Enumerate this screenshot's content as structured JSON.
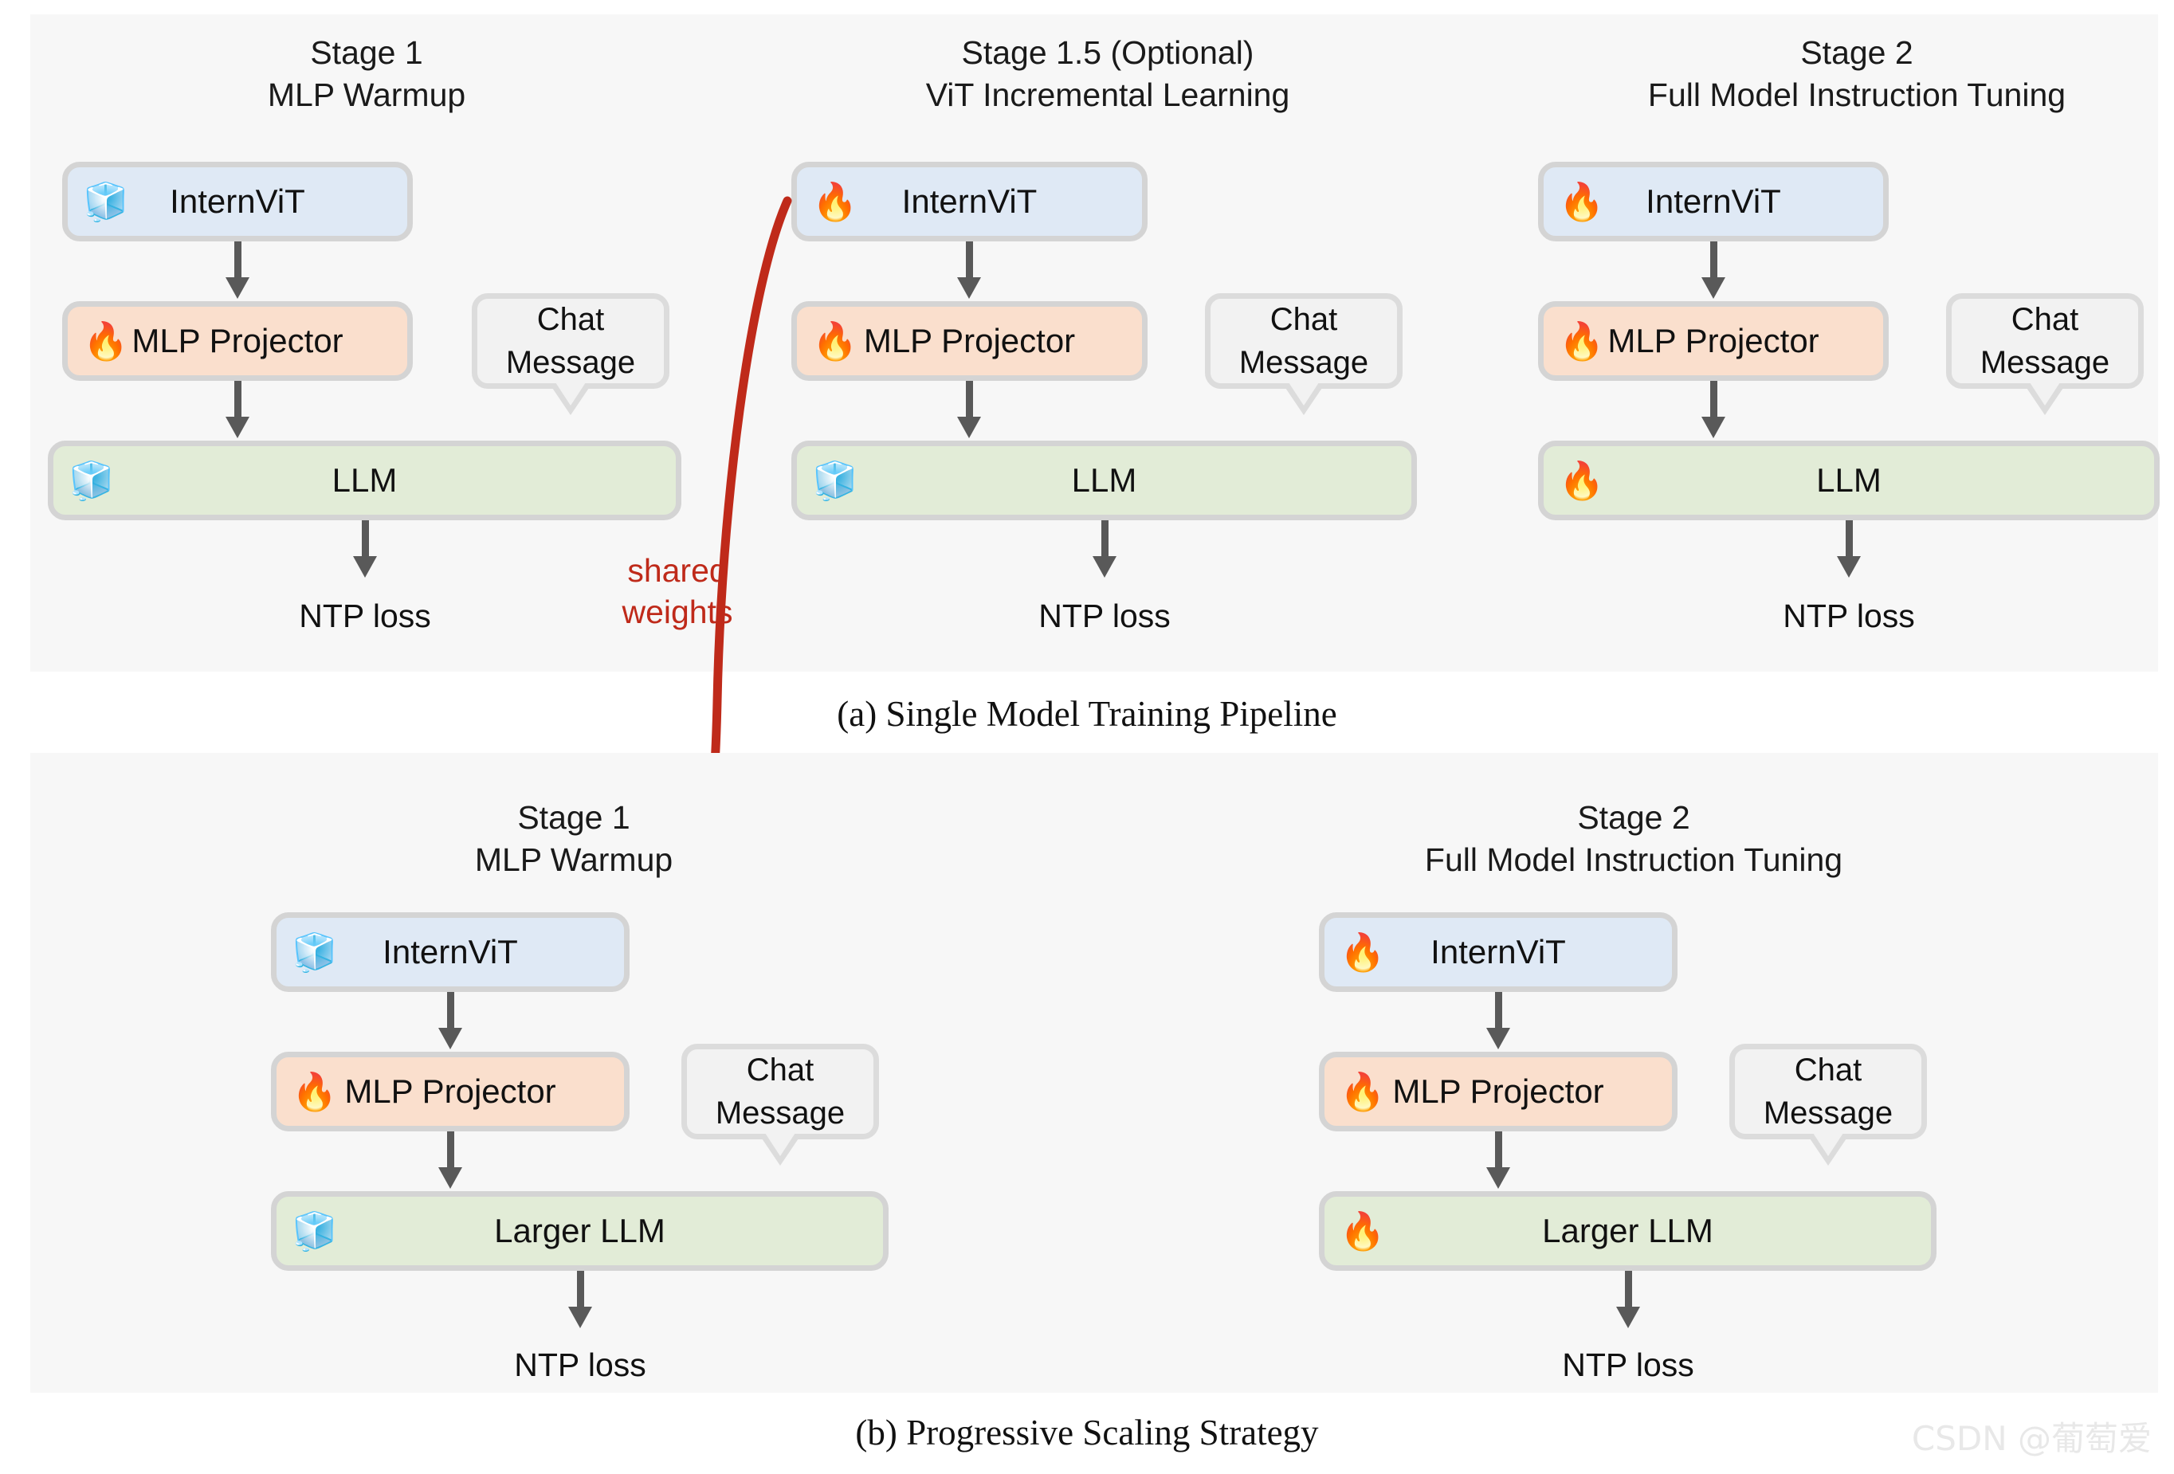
{
  "figure": {
    "captions": {
      "a": "(a) Single Model Training Pipeline",
      "b": "(b) Progressive Scaling Strategy"
    },
    "watermark": "CSDN @葡萄爱",
    "shared_weights_label": {
      "line1": "shared",
      "line2": "weights"
    },
    "colors": {
      "panel_bg": "#f7f7f7",
      "vit_box": "#dfe9f5",
      "mlp_box": "#fadfcd",
      "llm_box": "#e2ecd7",
      "bubble_bg": "#f2f2f2",
      "box_border": "#d4d4d4",
      "arrow": "#595959",
      "shared_weights_red": "#bf2a1a",
      "watermark": "#e8e8e8"
    },
    "icons": {
      "frozen": {
        "name": "ice-cube-icon",
        "glyph": "🧊",
        "meaning": "frozen / weights not updated"
      },
      "trainable": {
        "name": "fire-icon",
        "glyph": "🔥",
        "meaning": "trainable / weights updated"
      }
    },
    "bubble": {
      "line1": "Chat",
      "line2": "Message"
    },
    "loss_label": "NTP loss"
  },
  "panel_a": {
    "columns": [
      {
        "id": "a-stage1",
        "heading": {
          "line1": "Stage 1",
          "line2": "MLP Warmup"
        },
        "boxes": [
          {
            "name": "internvit",
            "label": "InternViT",
            "state": "frozen",
            "glyph": "🧊"
          },
          {
            "name": "mlp-projector",
            "label": "MLP Projector",
            "state": "trainable",
            "glyph": "🔥"
          },
          {
            "name": "llm",
            "label": "LLM",
            "state": "frozen",
            "glyph": "🧊"
          }
        ],
        "bubble": {
          "line1": "Chat",
          "line2": "Message"
        },
        "loss": "NTP loss"
      },
      {
        "id": "a-stage1p5",
        "heading": {
          "line1": "Stage 1.5 (Optional)",
          "line2": "ViT Incremental Learning"
        },
        "boxes": [
          {
            "name": "internvit",
            "label": "InternViT",
            "state": "trainable",
            "glyph": "🔥"
          },
          {
            "name": "mlp-projector",
            "label": "MLP Projector",
            "state": "trainable",
            "glyph": "🔥"
          },
          {
            "name": "llm",
            "label": "LLM",
            "state": "frozen",
            "glyph": "🧊"
          }
        ],
        "bubble": {
          "line1": "Chat",
          "line2": "Message"
        },
        "loss": "NTP loss"
      },
      {
        "id": "a-stage2",
        "heading": {
          "line1": "Stage 2",
          "line2": "Full Model Instruction Tuning"
        },
        "boxes": [
          {
            "name": "internvit",
            "label": "InternViT",
            "state": "trainable",
            "glyph": "🔥"
          },
          {
            "name": "mlp-projector",
            "label": "MLP Projector",
            "state": "trainable",
            "glyph": "🔥"
          },
          {
            "name": "llm",
            "label": "LLM",
            "state": "trainable",
            "glyph": "🔥"
          }
        ],
        "bubble": {
          "line1": "Chat",
          "line2": "Message"
        },
        "loss": "NTP loss"
      }
    ]
  },
  "panel_b": {
    "columns": [
      {
        "id": "b-stage1",
        "heading": {
          "line1": "Stage 1",
          "line2": "MLP Warmup"
        },
        "boxes": [
          {
            "name": "internvit",
            "label": "InternViT",
            "state": "frozen",
            "glyph": "🧊"
          },
          {
            "name": "mlp-projector",
            "label": "MLP Projector",
            "state": "trainable",
            "glyph": "🔥"
          },
          {
            "name": "larger-llm",
            "label": "Larger LLM",
            "state": "frozen",
            "glyph": "🧊"
          }
        ],
        "bubble": {
          "line1": "Chat",
          "line2": "Message"
        },
        "loss": "NTP loss"
      },
      {
        "id": "b-stage2",
        "heading": {
          "line1": "Stage 2",
          "line2": "Full Model Instruction Tuning"
        },
        "boxes": [
          {
            "name": "internvit",
            "label": "InternViT",
            "state": "trainable",
            "glyph": "🔥"
          },
          {
            "name": "mlp-projector",
            "label": "MLP Projector",
            "state": "trainable",
            "glyph": "🔥"
          },
          {
            "name": "larger-llm",
            "label": "Larger LLM",
            "state": "trainable",
            "glyph": "🔥"
          }
        ],
        "bubble": {
          "line1": "Chat",
          "line2": "Message"
        },
        "loss": "NTP loss"
      }
    ]
  }
}
